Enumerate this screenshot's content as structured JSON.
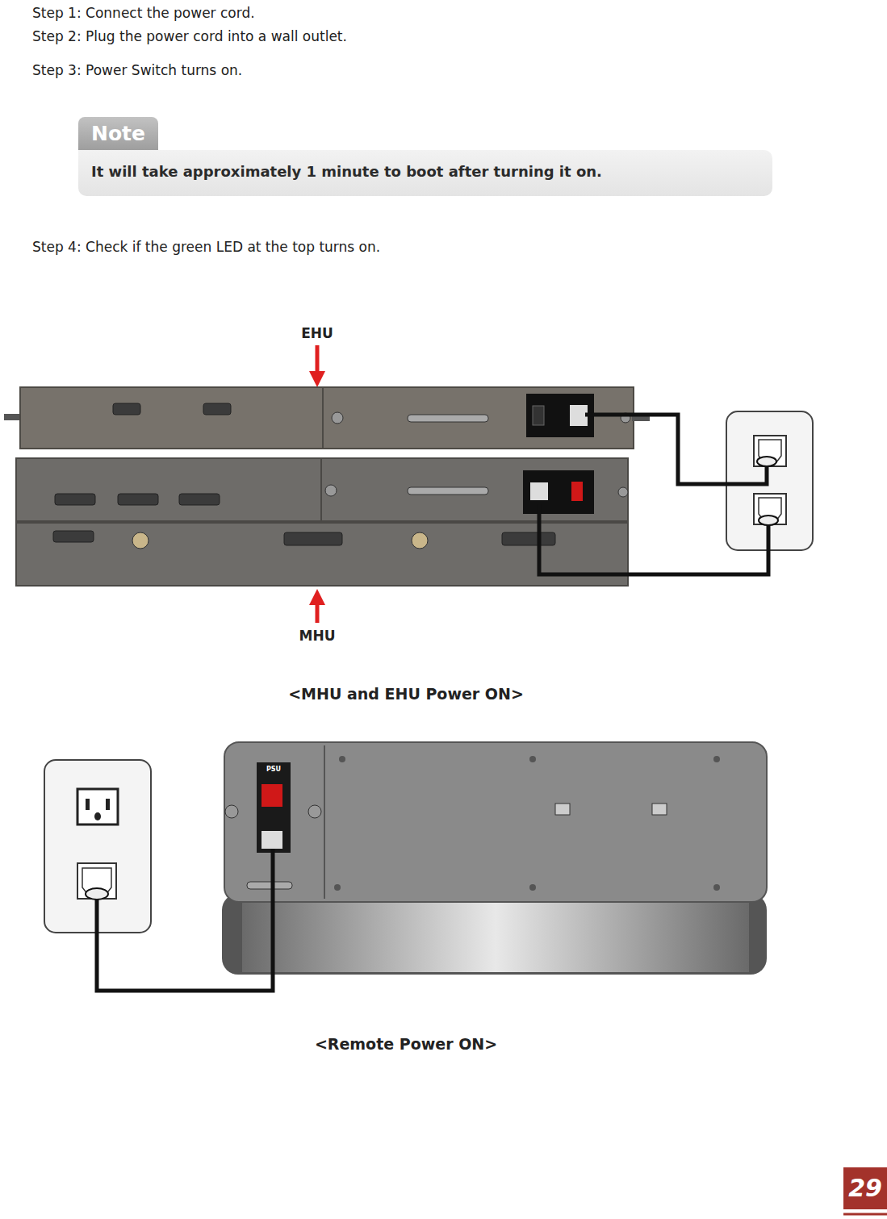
{
  "diagram": {
    "nodes": [
      {
        "text": [
          "Note",
          "It will take approximately 1 minute to boot after turning it on."
        ]
      }
    ],
    "labels": [
      "Step 1: Connect the power cord.",
      "Step 2: Plug the power cord into a wall outlet.",
      "Step 3: Power Switch turns on.",
      "Step 4: Check if the green LED at the top turns on.",
      "EHU",
      "MHU",
      "<MHU and EHU Power ON>",
      "PSU",
      "<Remote Power ON>",
      "29"
    ]
  }
}
